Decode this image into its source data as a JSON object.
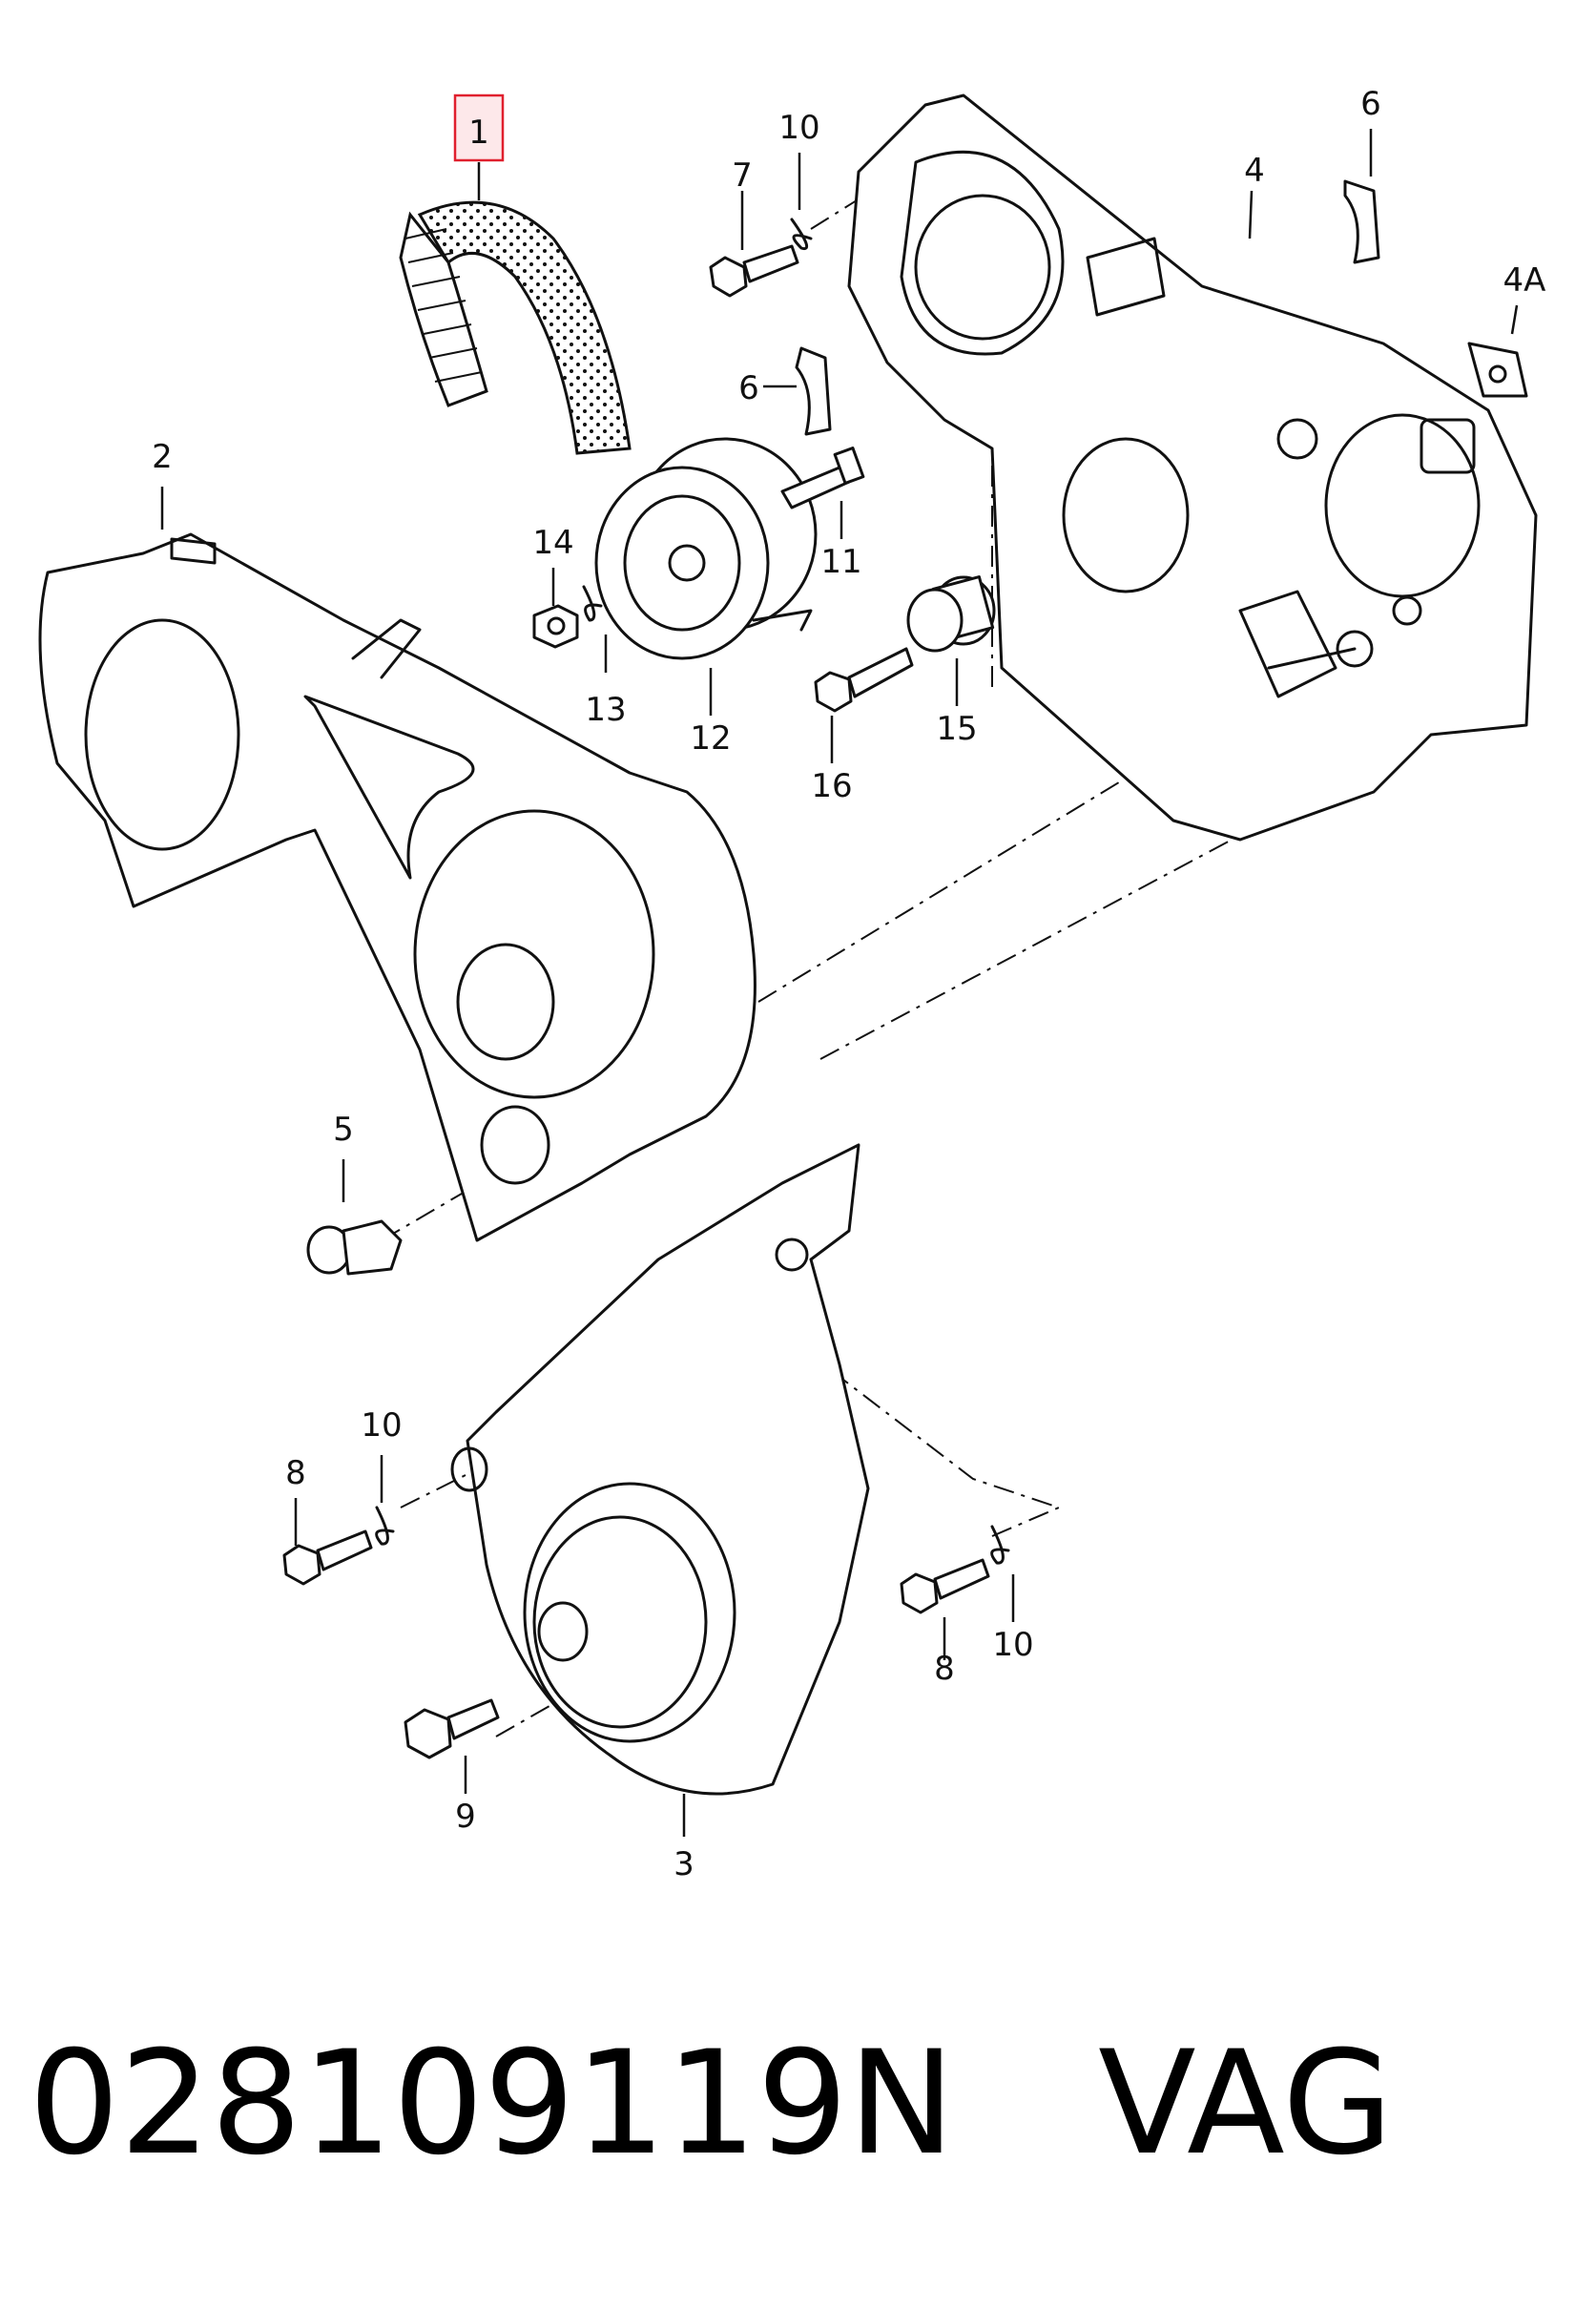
{
  "callouts": {
    "c1": "1",
    "c2": "2",
    "c3": "3",
    "c4": "4",
    "c4a": "4A",
    "c5": "5",
    "c6a": "6",
    "c6b": "6",
    "c7": "7",
    "c8a": "8",
    "c8b": "8",
    "c9": "9",
    "c10a": "10",
    "c10b": "10",
    "c10c": "10",
    "c11": "11",
    "c12": "12",
    "c13": "13",
    "c14": "14",
    "c15": "15",
    "c16": "16"
  },
  "highlight_color": "#e0202e",
  "caption": {
    "part_number": "028109119N",
    "brand": "VAG"
  }
}
